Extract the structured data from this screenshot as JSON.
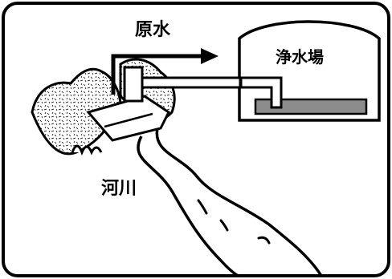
{
  "labels": {
    "raw_water": "原水",
    "treatment_plant": "浄水場",
    "river": "河川"
  },
  "colors": {
    "line": "#000000",
    "background": "#ffffff",
    "basin_water": "#8c8c8c"
  },
  "icons": {
    "flow_arrow": "right-arrow-icon"
  }
}
